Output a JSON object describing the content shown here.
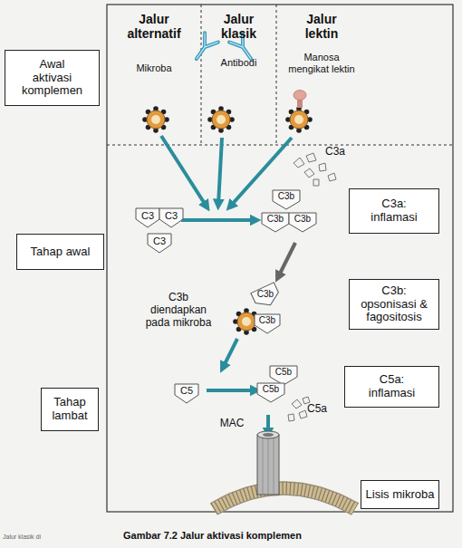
{
  "diagram": {
    "caption": "Gambar 7.2 Jalur aktivasi komplemen",
    "nodes": [
      {
        "text": [
          "Jalur alternatif",
          "Mikroba"
        ]
      },
      {
        "text": [
          "Jalur klasik",
          "Antibodi"
        ]
      },
      {
        "text": [
          "Jalur lektin",
          "Manosa mengikat lektin"
        ]
      },
      {
        "text": [
          "Awal aktivasi komplemen"
        ]
      },
      {
        "text": [
          "C3a: inflamasi"
        ]
      },
      {
        "text": [
          "Tahap awal"
        ]
      },
      {
        "text": [
          "C3b: opsonisasi & fagositosis"
        ]
      },
      {
        "text": [
          "C5a: inflamasi"
        ]
      },
      {
        "text": [
          "Tahap lambat"
        ]
      },
      {
        "text": [
          "Lisis mikroba"
        ]
      }
    ],
    "labels": [
      "C3a",
      "C3b",
      "C3",
      "C3",
      "C3b",
      "C3b",
      "C3",
      "C3b",
      "C3b diendapkan pada mikroba",
      "C3b",
      "C5b",
      "C5",
      "C5b",
      "C5a",
      "MAC",
      "Jalur klasik di"
    ]
  }
}
